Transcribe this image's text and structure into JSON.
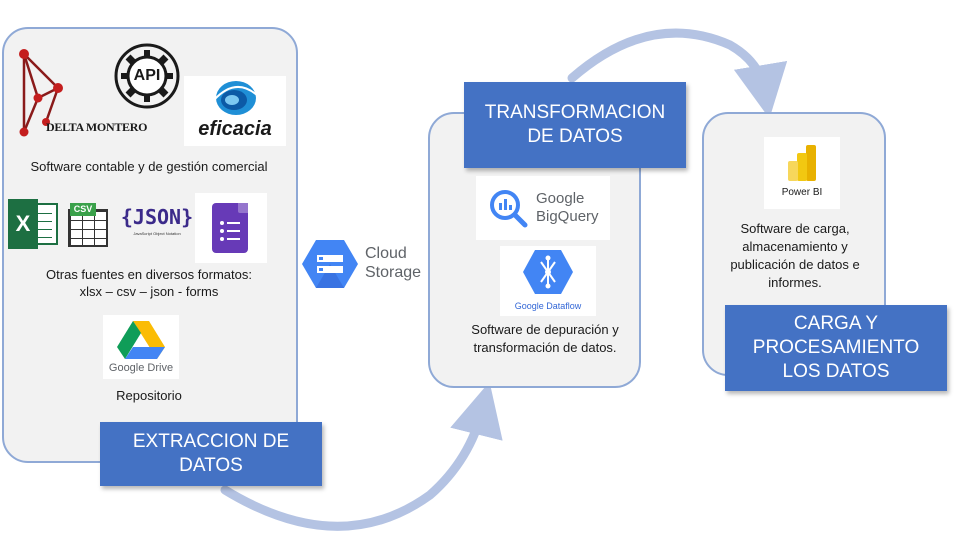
{
  "stages": {
    "extraction": {
      "label": "EXTRACCION DE DATOS",
      "desc_commercial": "Software contable y de gestión comercial",
      "desc_formats_line1": "Otras fuentes en diversos formatos:",
      "desc_formats_line2": "xlsx – csv – json - forms",
      "desc_repo": "Repositorio"
    },
    "transformation": {
      "label": "TRANSFORMACION DE DATOS",
      "desc": "Software de depuración y transformación de datos."
    },
    "load": {
      "label": "CARGA Y PROCESAMIENTO LOS DATOS",
      "desc": "Software de carga, almacenamiento y publicación de datos e informes."
    }
  },
  "logos": {
    "delta_montero": "DELTA MONTERO",
    "api": "API",
    "eficacia": "eficacia",
    "excel_letter": "X",
    "csv": "CSV",
    "json": "{JSON}",
    "json_sub": "JavaScript Object Notation",
    "google_drive": "Google Drive",
    "cloud_storage_line1": "Cloud",
    "cloud_storage_line2": "Storage",
    "bigquery_line1": "Google",
    "bigquery_line2": "BigQuery",
    "dataflow": "Google Dataflow",
    "powerbi": "Power BI"
  },
  "colors": {
    "panel_bg": "#f2f2f2",
    "panel_border": "#8fa9d6",
    "label_bg": "#4472c4",
    "arrow": "#b4c3e3"
  }
}
